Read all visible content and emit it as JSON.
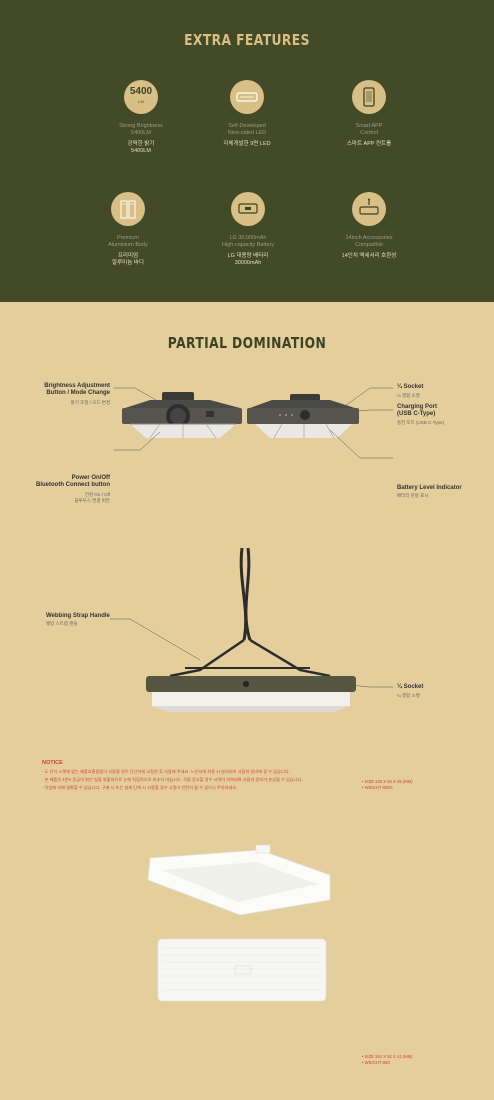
{
  "extra": {
    "title": "EXTRA FEATURES",
    "features": [
      {
        "icon": "lumen-icon",
        "badge_value": "5400",
        "badge_unit": "LM",
        "label_en": "Strong Brightness\n5400LM",
        "label_ko": "강력한 밝기\n5400LM"
      },
      {
        "icon": "nine-sided-led-icon",
        "label_en": "Self-Developed\nNine-sided LED",
        "label_ko": "자체개발한 9면 LED"
      },
      {
        "icon": "smartphone-icon",
        "label_en": "Smart APP\nControl",
        "label_ko": "스마트 APP 컨트롤"
      },
      {
        "icon": "aluminum-body-icon",
        "label_en": "Premium\nAluminium Body",
        "label_ko": "프리미엄\n알루미늄 바디"
      },
      {
        "icon": "battery-icon",
        "label_en": "LG 30,000mAh\nHigh-capacity Battery",
        "label_ko": "LG 대용량 배터리\n30000mAh"
      },
      {
        "icon": "accessories-icon",
        "label_en": "14inch Accessories\nCompatible",
        "label_ko": "14인치 액세서리 호환성"
      }
    ]
  },
  "partial": {
    "title": "PARTIAL DOMINATION",
    "callouts": {
      "brightness": {
        "en": "Brightness Adjustment\nButton / Mode Change",
        "ko": "밝기 조절 / 모드 변경"
      },
      "power": {
        "en": "Power On/Off\nBluetooth Connect button",
        "ko": "전원 On / Off\n블루투스 연결 버튼"
      },
      "socket1": {
        "en": "¼ Socket",
        "ko": "¼ 결합 소켓"
      },
      "charging": {
        "en": "Charging Port\n(USB C-Type)",
        "ko": "충전 포트 (USB C-Type)"
      },
      "battery_level": {
        "en": "Battery Level Indicator",
        "ko": "배터리 잔량 표시"
      },
      "webbing": {
        "en": "Webbing Strap Handle",
        "ko": "웨빙 스트랩 핸들"
      },
      "socket2": {
        "en": "¼ Socket",
        "ko": "¼ 결합 소켓"
      }
    }
  },
  "notice": {
    "title": "NOTICE",
    "lines": [
      "- 도 인치 소켓에 맞는 제품호환용품이 사용될 경우 단단하게 고정한 후 사용해 주세요. 느슨하게 착용 시 분리되어 사람과 장비에 걸 수 있습니다.",
      "- 본 제품은 4천K 등급의 밝은 빛을 방출하므로 눈에 직접적으로 비추지 마십시오. 직접 응시할 경우 시력이 저하되며 사람과 장비가 손상될 수 있습니다.",
      "- 작업에 의해 명확할 수 있습니다. 구매 시 또는 설계 단계 시 사용할 경우 고정이 안전히 될 수 있으니 주의하세요."
    ]
  },
  "specs": {
    "lamp": {
      "size": "• SIZE 245 X 94 X 45 (MM)",
      "weight": "• WEIGHT 800G"
    },
    "diffuser": {
      "size": "• SIZE 242 X 92 X 41 (MM)",
      "weight": "• WEIGHT 86G"
    }
  },
  "colors": {
    "olive": "#434a28",
    "tan": "#e4cf9c",
    "gold": "#d8bf86",
    "notice_red": "#d6402b"
  }
}
